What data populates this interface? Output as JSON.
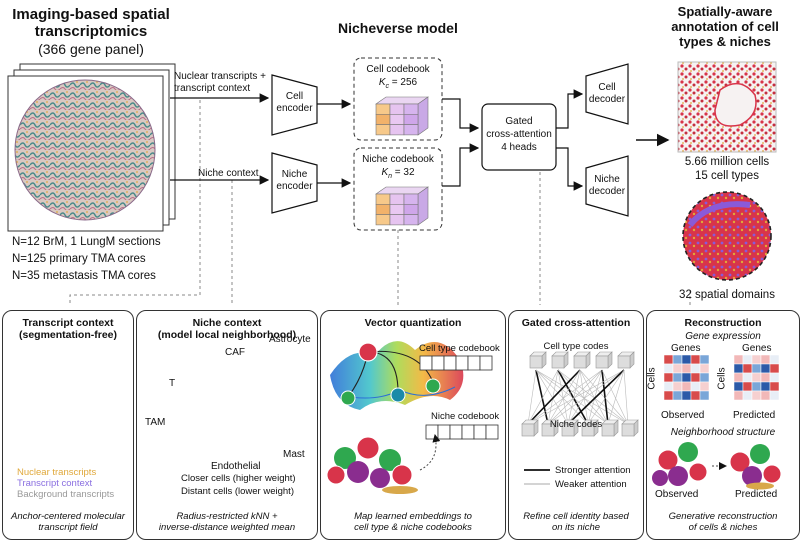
{
  "input": {
    "title_line1": "Imaging-based spatial",
    "title_line2": "transcriptomics",
    "subtitle": "(366 gene panel)",
    "stats": [
      "N=12 BrM, 1 LungM sections",
      "N=125 primary TMA cores",
      "N=35 metastasis TMA cores"
    ]
  },
  "model": {
    "title": "Nicheverse model",
    "nuclear_label_line1": "Nuclear transcripts +",
    "nuclear_label_line2": "transcript context",
    "niche_context_label": "Niche context",
    "cell_encoder_line1": "Cell",
    "cell_encoder_line2": "encoder",
    "niche_encoder_line1": "Niche",
    "niche_encoder_line2": "encoder",
    "cell_codebook_title": "Cell codebook",
    "cell_codebook_k": "K",
    "cell_codebook_sub": "c",
    "cell_codebook_val": " = 256",
    "niche_codebook_title": "Niche codebook",
    "niche_codebook_k": "K",
    "niche_codebook_sub": "n",
    "niche_codebook_val": " = 32",
    "gated_line1": "Gated",
    "gated_line2": "cross-attention",
    "gated_line3": "4 heads",
    "cell_decoder_line1": "Cell",
    "cell_decoder_line2": "decoder",
    "niche_decoder_line1": "Niche",
    "niche_decoder_line2": "decoder"
  },
  "output": {
    "title_line1": "Spatially-aware",
    "title_line2": "annotation of cell",
    "title_line3": "types & niches",
    "cells_count": "5.66 million cells",
    "cell_types": "15 cell types",
    "domains": "32 spatial domains"
  },
  "panels": {
    "transcript": {
      "title_line1": "Transcript context",
      "title_line2": "(segmentation-free)",
      "legend_nuclear": "Nuclear transcripts",
      "legend_context": "Transcript context",
      "legend_background": "Background transcripts",
      "caption_line1": "Anchor-centered molecular",
      "caption_line2": "transcript field"
    },
    "niche": {
      "title_line1": "Niche context",
      "title_line2": "(model local neighborhood)",
      "label_caf": "CAF",
      "label_astrocyte": "Astrocyte",
      "label_t": "T",
      "label_tam": "TAM",
      "label_mast": "Mast",
      "label_endothelial": "Endothelial",
      "legend_closer": "Closer cells (higher weight)",
      "legend_distant": "Distant cells (lower weight)",
      "caption_line1": "Radius-restricted kNN +",
      "caption_line2": "inverse-distance weighted mean"
    },
    "vq": {
      "title": "Vector quantization",
      "cell_codebook": "Cell type codebook",
      "niche_codebook": "Niche codebook",
      "caption_line1": "Map learned embeddings to",
      "caption_line2": "cell type & niche codebooks"
    },
    "gca": {
      "title": "Gated cross-attention",
      "cell_codes": "Cell type codes",
      "niche_codes": "Niche codes",
      "legend_stronger": "Stronger attention",
      "legend_weaker": "Weaker attention",
      "caption_line1": "Refine cell identity based",
      "caption_line2": "on its niche"
    },
    "recon": {
      "title": "Reconstruction",
      "gene_expression": "Gene expression",
      "genes": "Genes",
      "cells": "Cells",
      "observed": "Observed",
      "predicted": "Predicted",
      "neighborhood": "Neighborhood structure",
      "caption_line1": "Generative reconstruction",
      "caption_line2": "of cells & niches"
    }
  },
  "colors": {
    "nuclear": "#e0a83a",
    "context": "#8a6fe0",
    "background": "#b8b8b8",
    "closer": "#222222",
    "distant": "#c9b98c",
    "tumor_cell": "#d8344a",
    "green_cell": "#2fa84f",
    "purple_cell": "#8a2d8f"
  }
}
